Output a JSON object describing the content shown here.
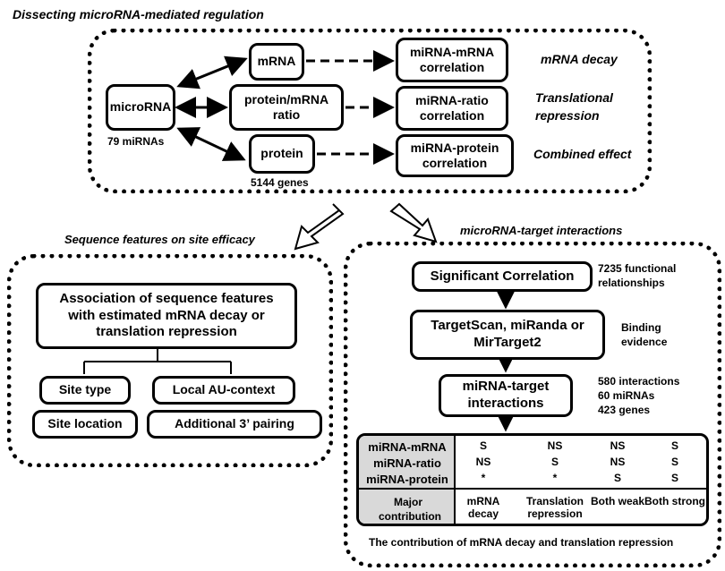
{
  "top_section": {
    "title": "Dissecting microRNA-mediated regulation",
    "microrna": "microRNA",
    "mirna_count": "79 miRNAs",
    "mrna": "mRNA",
    "ratio": "protein/mRNA ratio",
    "protein": "protein",
    "gene_count": "5144 genes",
    "corr_mrna": "miRNA-mRNA correlation",
    "corr_ratio": "miRNA-ratio correlation",
    "corr_protein": "miRNA-protein correlation",
    "effect_decay": "mRNA decay",
    "effect_translation": "Translational repression",
    "effect_combined": "Combined effect"
  },
  "left_section": {
    "title": "Sequence features on site efficacy",
    "association": "Association of sequence features with estimated mRNA decay or translation repression",
    "site_type": "Site type",
    "local_au": "Local AU-context",
    "site_location": "Site location",
    "additional_pairing": "Additional 3’ pairing"
  },
  "right_section": {
    "title": "microRNA-target interactions",
    "significant": "Significant Correlation",
    "functional": "7235 functional relationships",
    "targetscan": "TargetScan, miRanda or MirTarget2",
    "binding": "Binding evidence",
    "interactions": "miRNA-target interactions",
    "interaction_stats": [
      "580 interactions",
      "60 miRNAs",
      "423 genes"
    ],
    "caption": "The contribution of mRNA decay and translation repression"
  },
  "table": {
    "row_labels": [
      "miRNA-mRNA",
      "miRNA-ratio",
      "miRNA-protein"
    ],
    "rows": [
      [
        "S",
        "NS",
        "NS",
        "S"
      ],
      [
        "NS",
        "S",
        "NS",
        "S"
      ],
      [
        "*",
        "*",
        "S",
        "S"
      ]
    ],
    "major_label": "Major contribution",
    "contributions": [
      "mRNA decay",
      "Translation repression",
      "Both weak",
      "Both strong"
    ],
    "header_bg": "#d9d9d9"
  }
}
